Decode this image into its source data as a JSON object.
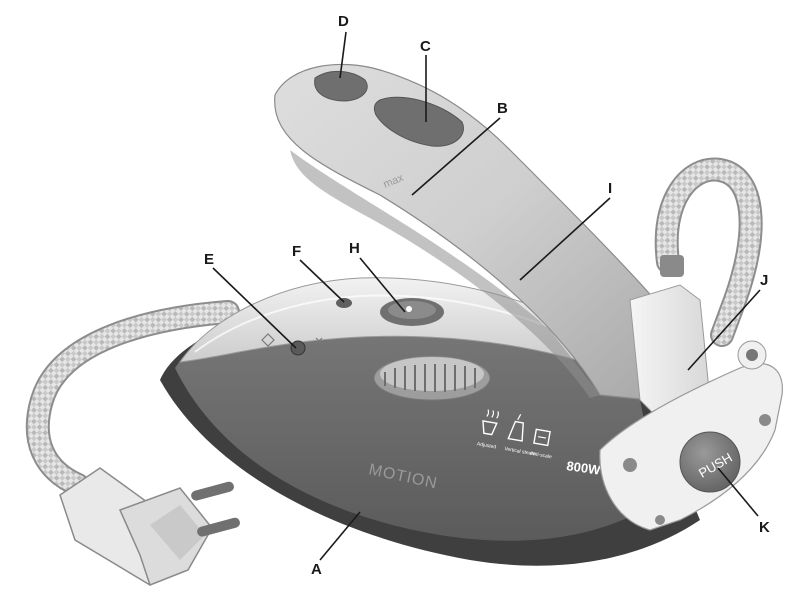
{
  "labels": {
    "A": "A",
    "B": "B",
    "C": "C",
    "D": "D",
    "E": "E",
    "F": "F",
    "H": "H",
    "I": "I",
    "J": "J",
    "K": "K"
  },
  "product": {
    "brand": "MOTION",
    "handle_mark": "max",
    "power": "800W",
    "push_button": "PUSH",
    "dry_label": "≡",
    "icon_captions": [
      "Adjusted",
      "Vertical steam",
      "Anti-scale"
    ]
  },
  "colors": {
    "body_dark": "#6b6b6b",
    "body_light": "#ededed",
    "soleplate": "#3f3f3f",
    "push_button": "#7a7a7a"
  }
}
